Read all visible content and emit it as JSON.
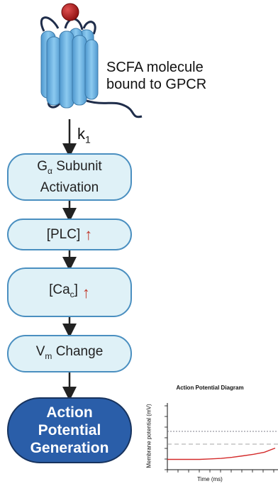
{
  "receptor": {
    "caption_line1": "SCFA molecule",
    "caption_line2": "bound to GPCR",
    "rate_main": "k",
    "rate_sub": "1"
  },
  "flow": {
    "gsub_g": "G",
    "gsub_alpha": "α",
    "gsub_rest": " Subunit",
    "gsub_line2": "Activation",
    "plc_text": "[PLC]",
    "ca_open": "[Ca",
    "ca_sub": "c",
    "ca_close": "]",
    "up_glyph": "↑",
    "vm_v": "V",
    "vm_sub": "m",
    "vm_rest": " Change",
    "final_line1": "Action",
    "final_line2": "Potential",
    "final_line3": "Generation"
  },
  "colors": {
    "pill_fill": "#dff1f7",
    "pill_border": "#4a8fc0",
    "final_fill": "#2a5ea9",
    "up_arrow": "#c0392b",
    "trace": "#d42b2b",
    "receptor_blue": "#6cb0de",
    "ligand_red": "#b01818"
  },
  "chart_data": {
    "type": "line",
    "title": "Action Potential Diagram",
    "xlabel": "Time (ms)",
    "ylabel": "Membrane potential (mV)",
    "grid": false,
    "reference_lines": [
      "threshold (dotted)",
      "resting (dashed)"
    ],
    "series": [
      {
        "x": [
          0,
          1,
          2,
          3,
          4,
          5,
          6,
          7,
          8,
          9,
          10
        ],
        "values": [
          -70,
          -70,
          -70,
          -70,
          -69,
          -68,
          -66,
          -63,
          -60,
          -56,
          -48
        ]
      }
    ]
  }
}
